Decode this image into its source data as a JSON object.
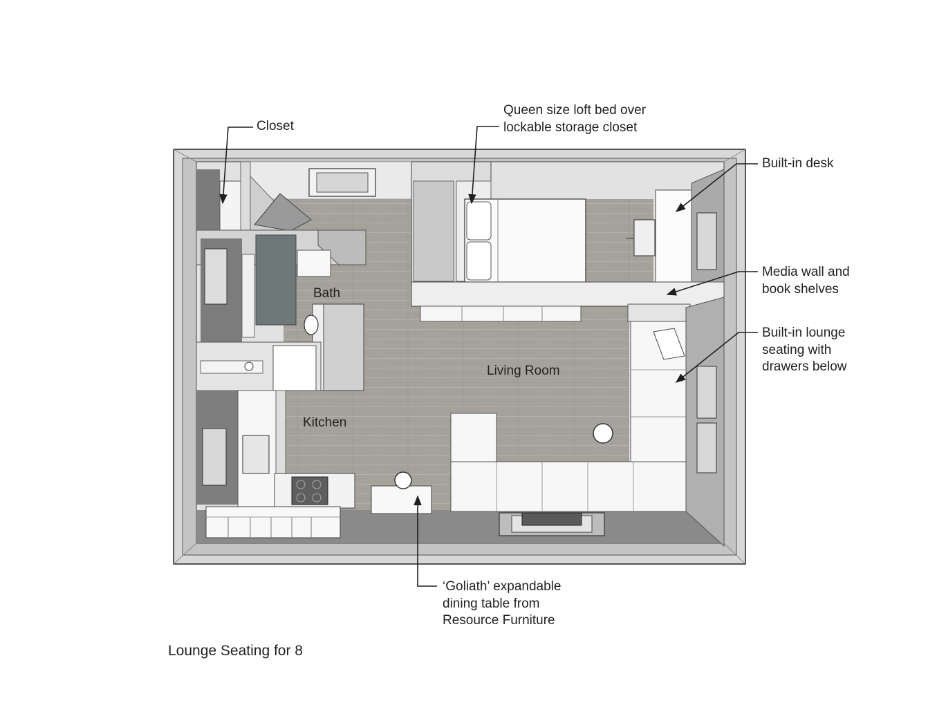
{
  "annotations": {
    "closet": "Closet",
    "loft_bed": "Queen size loft bed over\nlockable storage closet",
    "desk": "Built-in desk",
    "media_wall": "Media wall and\nbook shelves",
    "lounge": "Built-in lounge\nseating with\ndrawers below",
    "dining_table": "‘Goliath’ expandable\ndining table from\nResource Furniture"
  },
  "rooms": {
    "bath": "Bath",
    "living_room": "Living Room",
    "kitchen": "Kitchen"
  },
  "caption": "Lounge Seating for 8",
  "colors": {
    "floor": "#a4a29b",
    "wall_top": "#e6e6e6",
    "furniture": "#f7f7f7",
    "dark_floor": "#8a8a8a",
    "outline": "#1e1e1e"
  }
}
